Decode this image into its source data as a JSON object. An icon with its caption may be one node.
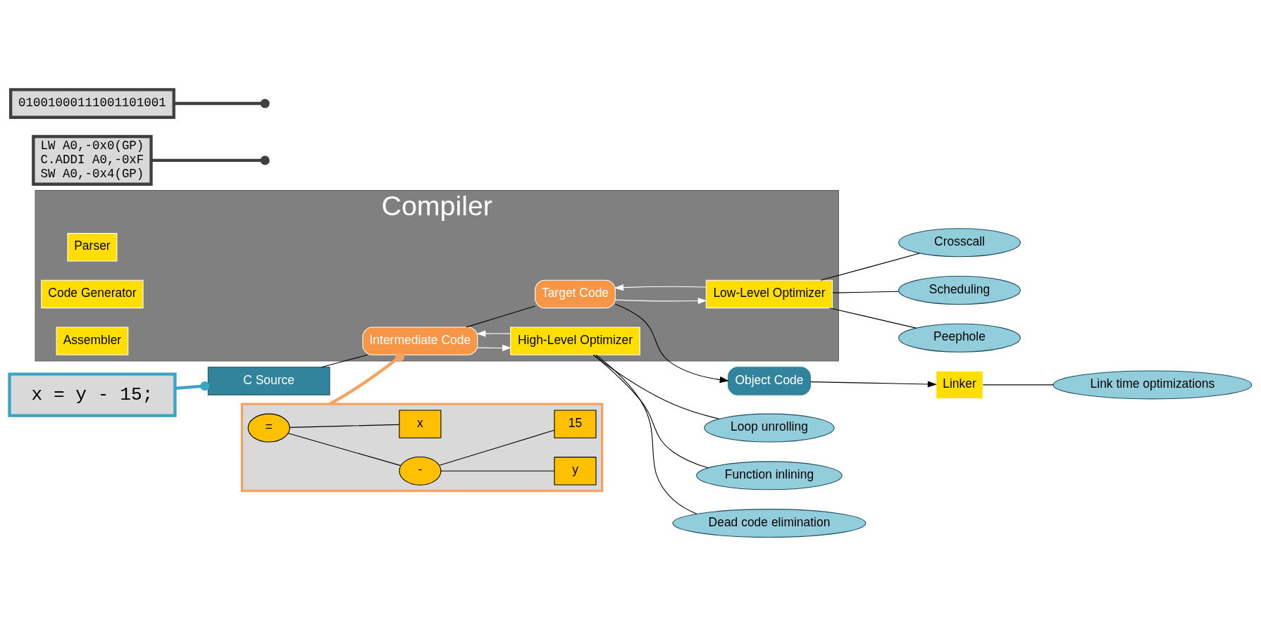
{
  "diagram": {
    "nodes": [
      {
        "text": [
          "C Source"
        ]
      },
      {
        "text": [
          "x = y - 15;"
        ]
      },
      {
        "text": [],
        "shape": "box"
      },
      {
        "text": [
          "="
        ],
        "in": 2
      },
      {
        "text": [
          "x"
        ],
        "in": 2
      },
      {
        "text": [
          "-"
        ],
        "in": 2
      },
      {
        "text": [
          "y"
        ],
        "in": 2
      },
      {
        "text": [
          "15"
        ],
        "in": 2
      },
      {
        "text": [
          "Compiler"
        ]
      },
      {
        "text": [
          "Parser"
        ],
        "in": 8
      },
      {
        "text": [
          "Intermediate Code"
        ],
        "in": 8
      },
      {
        "text": [
          "High-Level Optimizer"
        ],
        "in": 8
      },
      {
        "text": [
          "Code Generator"
        ],
        "in": 8
      },
      {
        "text": [
          "Target Code"
        ],
        "in": 8
      },
      {
        "text": [
          "Low-Level Optimizer"
        ],
        "in": 8
      },
      {
        "text": [
          "Assembler"
        ],
        "in": 8
      },
      {
        "text": [
          "LW A0,-0x0(GP)",
          "C.ADDI A0,-0xF",
          "SW A0,-0x4(GP)"
        ]
      },
      {
        "text": [
          "01001000111001101001"
        ]
      },
      {
        "text": [
          "Object Code"
        ]
      },
      {
        "text": [
          "Linker"
        ]
      },
      {
        "text": [
          "Function inlining"
        ]
      },
      {
        "text": [
          "Dead code elimination"
        ]
      },
      {
        "text": [
          "Loop unrolling"
        ]
      },
      {
        "text": [
          "Scheduling"
        ]
      },
      {
        "text": [
          "Peephole"
        ]
      },
      {
        "text": [
          "Crosscall"
        ]
      },
      {
        "text": [
          "Link time optimizations"
        ]
      }
    ],
    "edges": [
      {
        "from": 1,
        "to": 0,
        "arrow": "other",
        "color": "#3ba3c4",
        "style": "thick"
      },
      {
        "from": 3,
        "to": 4,
        "arrow": "none"
      },
      {
        "from": 3,
        "to": 5,
        "arrow": "none"
      },
      {
        "from": 5,
        "to": 6,
        "arrow": "none"
      },
      {
        "from": 5,
        "to": 7,
        "arrow": "none"
      },
      {
        "from": 2,
        "to": 10,
        "arrow": "other",
        "color": "#f4a460",
        "style": "thick"
      },
      {
        "from": 0,
        "to": 10,
        "arrow": "none"
      },
      {
        "from": 10,
        "to": 13,
        "arrow": "none"
      },
      {
        "from": 13,
        "to": 18,
        "arrow": "to"
      },
      {
        "from": 11,
        "to": 10,
        "arrow": "to",
        "color": "#ffffff"
      },
      {
        "from": 10,
        "to": 11,
        "arrow": "to",
        "color": "#ffffff"
      },
      {
        "from": 14,
        "to": 13,
        "arrow": "to",
        "color": "#ffffff"
      },
      {
        "from": 13,
        "to": 14,
        "arrow": "to",
        "color": "#ffffff"
      },
      {
        "from": 16,
        "to": null,
        "arrow": "other",
        "color": "#404040",
        "style": "thick"
      },
      {
        "from": 17,
        "to": null,
        "arrow": "other",
        "color": "#404040",
        "style": "thick"
      },
      {
        "from": 11,
        "to": 20,
        "arrow": "none"
      },
      {
        "from": 11,
        "to": 21,
        "arrow": "none"
      },
      {
        "from": 11,
        "to": 22,
        "arrow": "none"
      },
      {
        "from": 14,
        "to": 23,
        "arrow": "none"
      },
      {
        "from": 14,
        "to": 24,
        "arrow": "none"
      },
      {
        "from": 14,
        "to": 25,
        "arrow": "none"
      },
      {
        "from": 18,
        "to": 19,
        "arrow": "to"
      },
      {
        "from": 19,
        "to": 26,
        "arrow": "none"
      }
    ]
  }
}
